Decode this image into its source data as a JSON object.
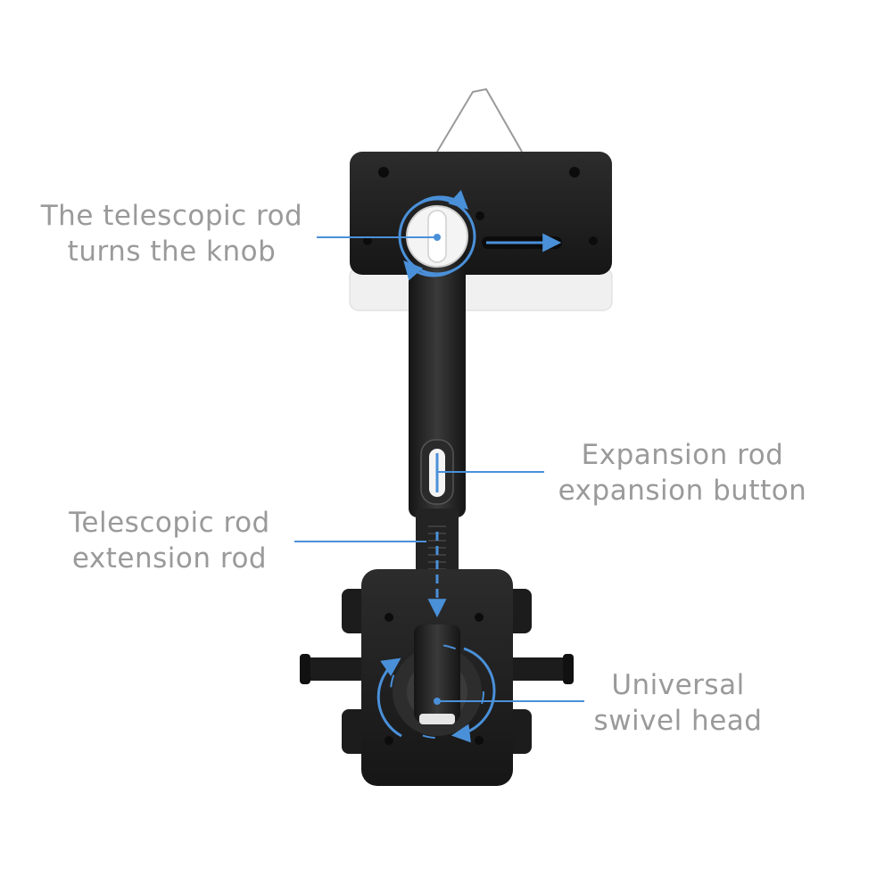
{
  "callouts": {
    "knob": {
      "line1": "The telescopic rod",
      "line2": "turns the knob"
    },
    "expansion_button": {
      "line1": "Expansion rod",
      "line2": "expansion button"
    },
    "extension_rod": {
      "line1": "Telescopic rod",
      "line2": "extension rod"
    },
    "swivel_head": {
      "line1": "Universal",
      "line2": "swivel head"
    }
  },
  "colors": {
    "accent": "#4a90d9",
    "label": "#9a9a9a",
    "device": "#1e1e1e",
    "device_light": "#f2f2f2"
  }
}
